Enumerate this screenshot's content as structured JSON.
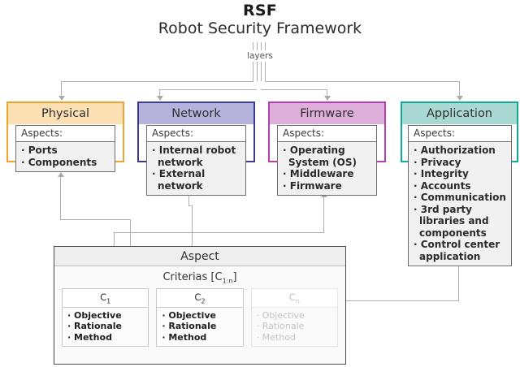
{
  "title": {
    "abbreviation": "RSF",
    "full_name": "Robot Security Framework"
  },
  "connector_label": "layers",
  "colors": {
    "physical_border": "#f0a231",
    "physical_fill": "#fcdfb2",
    "network_border": "#3b3b96",
    "network_fill": "#b5b2dc",
    "firmware_border": "#b43fae",
    "firmware_fill": "#ddaed9",
    "application_border": "#12a89b",
    "application_fill": "#a9d9d2",
    "connector": "#b0b0b0"
  },
  "aspects_label": "Aspects:",
  "layers": [
    {
      "name": "Physical",
      "aspects": [
        "Ports",
        "Components"
      ]
    },
    {
      "name": "Network",
      "aspects": [
        "Internal robot network",
        "External network"
      ]
    },
    {
      "name": "Firmware",
      "aspects": [
        "Operating System (OS)",
        "Middleware",
        "Firmware"
      ]
    },
    {
      "name": "Application",
      "aspects": [
        "Authorization",
        "Privacy",
        "Integrity",
        "Accounts",
        "Communication",
        "3rd party libraries and components",
        "Control center application"
      ]
    }
  ],
  "aspect_panel": {
    "header": "Aspect",
    "criterias_title": "Criterias [C",
    "criterias_subscript": "1:n",
    "criterias_title_close": "]",
    "criteria": [
      {
        "label": "C",
        "subscript": "1",
        "items": [
          "Objective",
          "Rationale",
          "Method"
        ],
        "faded": false
      },
      {
        "label": "C",
        "subscript": "2",
        "items": [
          "Objective",
          "Rationale",
          "Method"
        ],
        "faded": false
      },
      {
        "label": "C",
        "subscript": "n",
        "items": [
          "Objective",
          "Rationale",
          "Method"
        ],
        "faded": true
      }
    ]
  }
}
